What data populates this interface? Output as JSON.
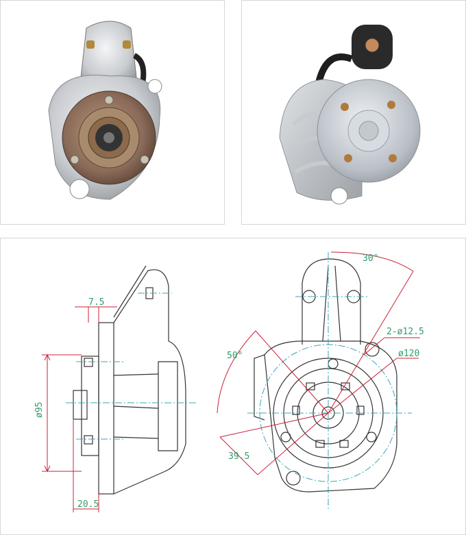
{
  "photos": [
    {
      "subject": "starter-motor-front-view"
    },
    {
      "subject": "starter-motor-rear-view"
    }
  ],
  "drawing": {
    "dimensions": {
      "flange_thickness": "7.5",
      "pilot_diameter": "ø95",
      "pilot_offset": "20.5",
      "bolt_angle": "30°",
      "pinion_angle": "50°",
      "hole_spec": "2-ø12.5",
      "bolt_circle": "ø120",
      "pinion_offset": "39.5"
    },
    "colors": {
      "outline": "#333333",
      "centerline": "#3aa6b9",
      "dimension": "#cc1f36",
      "dim_text": "#2e9d6a"
    }
  }
}
